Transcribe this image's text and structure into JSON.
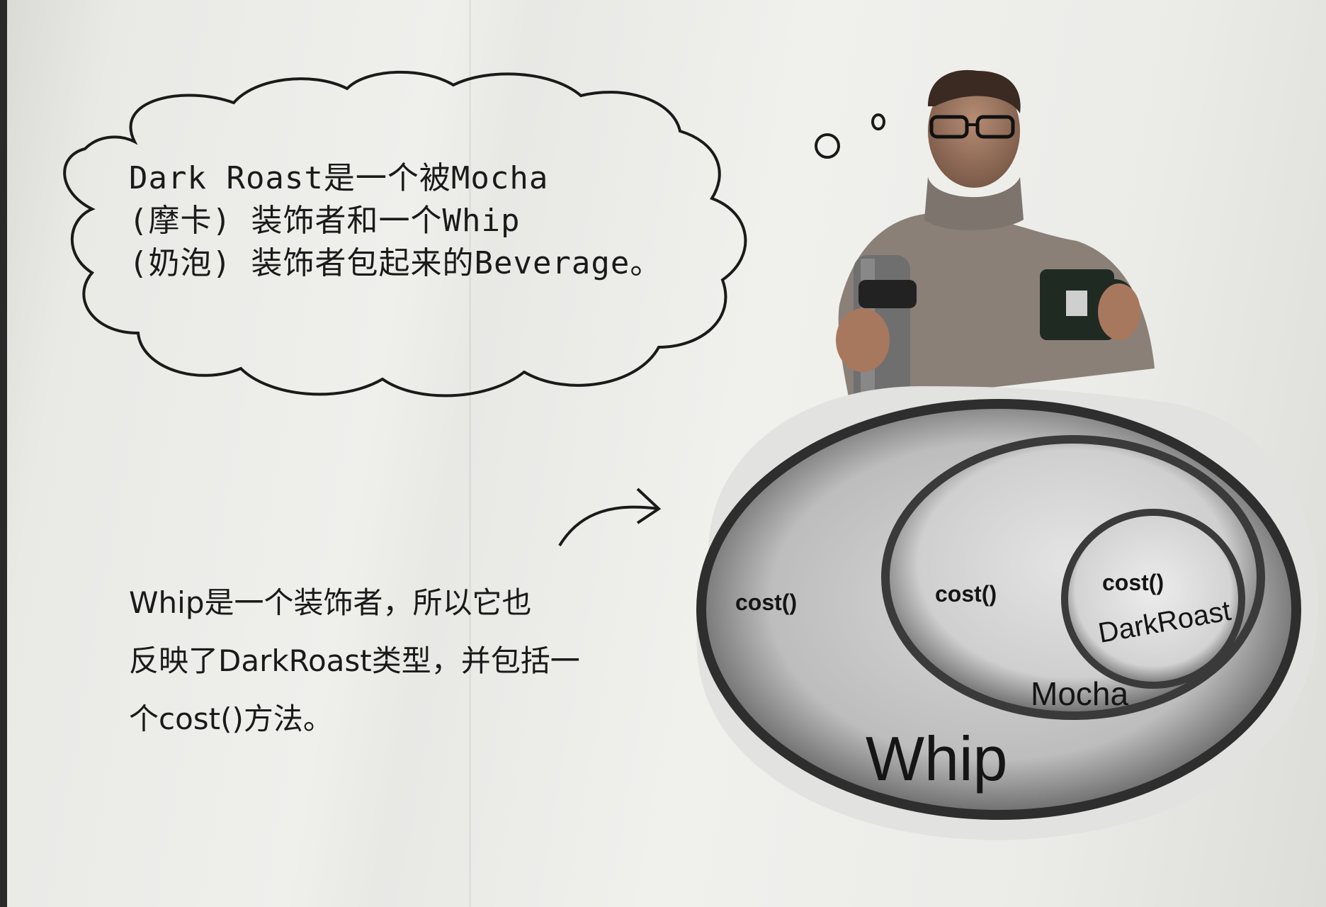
{
  "speech_bubble": {
    "lines": [
      "Dark Roast是一个被Mocha",
      "(摩卡) 装饰者和一个Whip",
      "(奶泡) 装饰者包起来的Beverage。"
    ]
  },
  "caption": {
    "lines": [
      "Whip是一个装饰者，所以它也",
      "反映了DarkRoast类型，并包括一",
      "个cost()方法。"
    ]
  },
  "diagram": {
    "layers": [
      {
        "name": "Whip",
        "method": "cost()"
      },
      {
        "name": "Mocha",
        "method": "cost()"
      },
      {
        "name": "DarkRoast",
        "method": "cost()"
      }
    ]
  },
  "colors": {
    "ink": "#1a1a1a",
    "ring": "#3a3a3a",
    "sweater": "#8a8078"
  }
}
